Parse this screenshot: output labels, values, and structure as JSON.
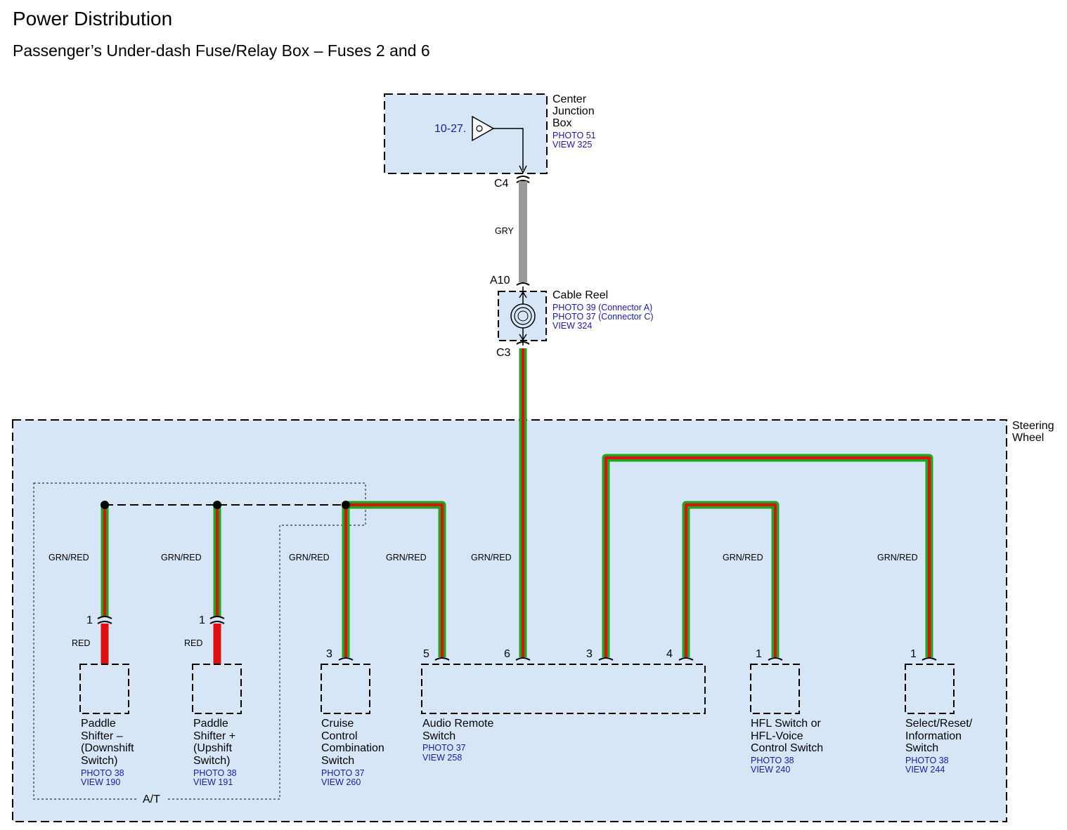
{
  "header": {
    "title": "Power Distribution",
    "subtitle": "Passenger’s Under-dash Fuse/Relay Box – Fuses 2 and 6"
  },
  "center_junction_box": {
    "name_lines": [
      "Center",
      "Junction",
      "Box"
    ],
    "refs": [
      "PHOTO 51",
      "VIEW 325"
    ],
    "page_ref": "10-27.",
    "connector": "C4"
  },
  "wire_gry": {
    "color_label": "GRY",
    "color": "#9a9a9a"
  },
  "cable_reel": {
    "name": "Cable Reel",
    "refs": [
      "PHOTO 39 (Connector A)",
      "PHOTO 37 (Connector C)",
      "VIEW 324"
    ],
    "connector_top": "A10",
    "connector_bottom": "C3"
  },
  "steering_wheel": {
    "name_lines": [
      "Steering",
      "Wheel"
    ]
  },
  "at_group": {
    "label": "A/T"
  },
  "wire_colors": {
    "green": "#1fa51f",
    "red": "#e01010",
    "gray": "#9a9a9a",
    "box_fill": "#d6e6f6"
  },
  "wires": {
    "grn_red_label": "GRN/RED",
    "red_label": "RED"
  },
  "components": {
    "paddle_down": {
      "name_lines": [
        "Paddle",
        "Shifter –",
        "(Downshift",
        "Switch)"
      ],
      "refs": [
        "PHOTO 38",
        "VIEW 190"
      ],
      "pin": "1"
    },
    "paddle_up": {
      "name_lines": [
        "Paddle",
        "Shifter +",
        "(Upshift",
        "Switch)"
      ],
      "refs": [
        "PHOTO 38",
        "VIEW 191"
      ],
      "pin": "1"
    },
    "cruise": {
      "name_lines": [
        "Cruise",
        "Control",
        "Combination",
        "Switch"
      ],
      "refs": [
        "PHOTO 37",
        "VIEW 260"
      ],
      "pin": "3"
    },
    "audio": {
      "name_lines": [
        "Audio Remote",
        "Switch"
      ],
      "refs": [
        "PHOTO 37",
        "VIEW 258"
      ],
      "pins": [
        "5",
        "6",
        "3",
        "4"
      ]
    },
    "hfl": {
      "name_lines": [
        "HFL Switch or",
        "HFL-Voice",
        "Control Switch"
      ],
      "refs": [
        "PHOTO 38",
        "VIEW 240"
      ],
      "pin": "1"
    },
    "select": {
      "name_lines": [
        "Select/Reset/",
        "Information",
        "Switch"
      ],
      "refs": [
        "PHOTO 38",
        "VIEW 244"
      ],
      "pin": "1"
    }
  }
}
